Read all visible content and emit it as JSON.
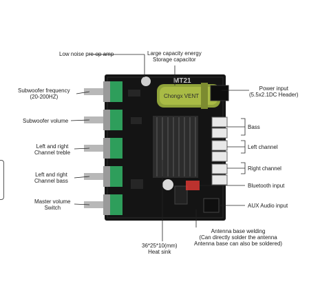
{
  "labels": {
    "preamp": "Low noise pre-op amp",
    "capacitor_line1": "Large capacity energy",
    "capacitor_line2": "Storage capacitor",
    "sub_freq_line1": "Subwoofer frequency",
    "sub_freq_line2": "(20-200HZ)",
    "sub_volume": "Subwoofer volume",
    "treble_line1": "Left and right",
    "treble_line2": "Channel treble",
    "bass_ch_line1": "Left and right",
    "bass_ch_line2": "Channel bass",
    "master_line1": "Master volume",
    "master_line2": "Switch",
    "power_line1": "Power input",
    "power_line2": "(5.5x2.1DC Header)",
    "bass": "Bass",
    "left_channel": "Left channel",
    "right_channel": "Right channel",
    "bluetooth": "Bluetooth input",
    "aux": "AUX Audio input",
    "antenna_line1": "Antenna base welding",
    "antenna_line2": "(Can directly solder the antenna",
    "antenna_line3": "Antenna base can also be soldered)",
    "heatsink_line1": "36*25*10(mm)",
    "heatsink_line2": "Heat sink"
  },
  "board": {
    "model": "MT21",
    "capacitor_text": "Chongx VENT"
  },
  "colors": {
    "pcb": "#141414",
    "terminal_green": "#2e9e5b",
    "capacitor": "#8fa23a",
    "label_line": "#222222"
  }
}
